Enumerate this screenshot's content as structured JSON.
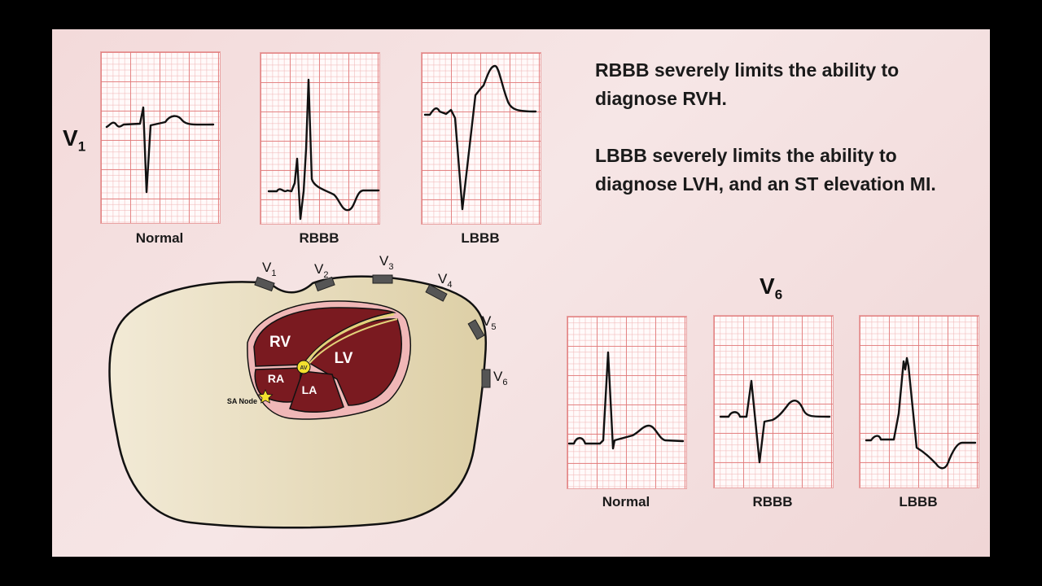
{
  "text": {
    "rbbb_note": "RBBB severely limits the ability to diagnose RVH.",
    "lbbb_note": "LBBB severely limits the ability to diagnose LVH, and an ST elevation MI."
  },
  "v1": {
    "lead": "V",
    "sub": "1",
    "captions": {
      "normal": "Normal",
      "rbbb": "RBBB",
      "lbbb": "LBBB"
    }
  },
  "v6": {
    "lead": "V",
    "sub": "6",
    "captions": {
      "normal": "Normal",
      "rbbb": "RBBB",
      "lbbb": "LBBB"
    }
  },
  "diagram": {
    "electrodes": {
      "v1": {
        "base": "V",
        "sub": "1"
      },
      "v2": {
        "base": "V",
        "sub": "2"
      },
      "v3": {
        "base": "V",
        "sub": "3"
      },
      "v4": {
        "base": "V",
        "sub": "4"
      },
      "v5": {
        "base": "V",
        "sub": "5"
      },
      "v6": {
        "base": "V",
        "sub": "6"
      }
    },
    "chambers": {
      "rv": "RV",
      "lv": "LV",
      "ra": "RA",
      "la": "LA",
      "av": "AV"
    },
    "sa_node": "SA Node"
  },
  "colors": {
    "slide_background": "#f3dada",
    "torso": "#e9dfc3",
    "heart_muscle": "#7a1a20",
    "pericardium": "#f0b7b7",
    "grid_major": "#e17878",
    "conduction": "#e3d27a"
  }
}
